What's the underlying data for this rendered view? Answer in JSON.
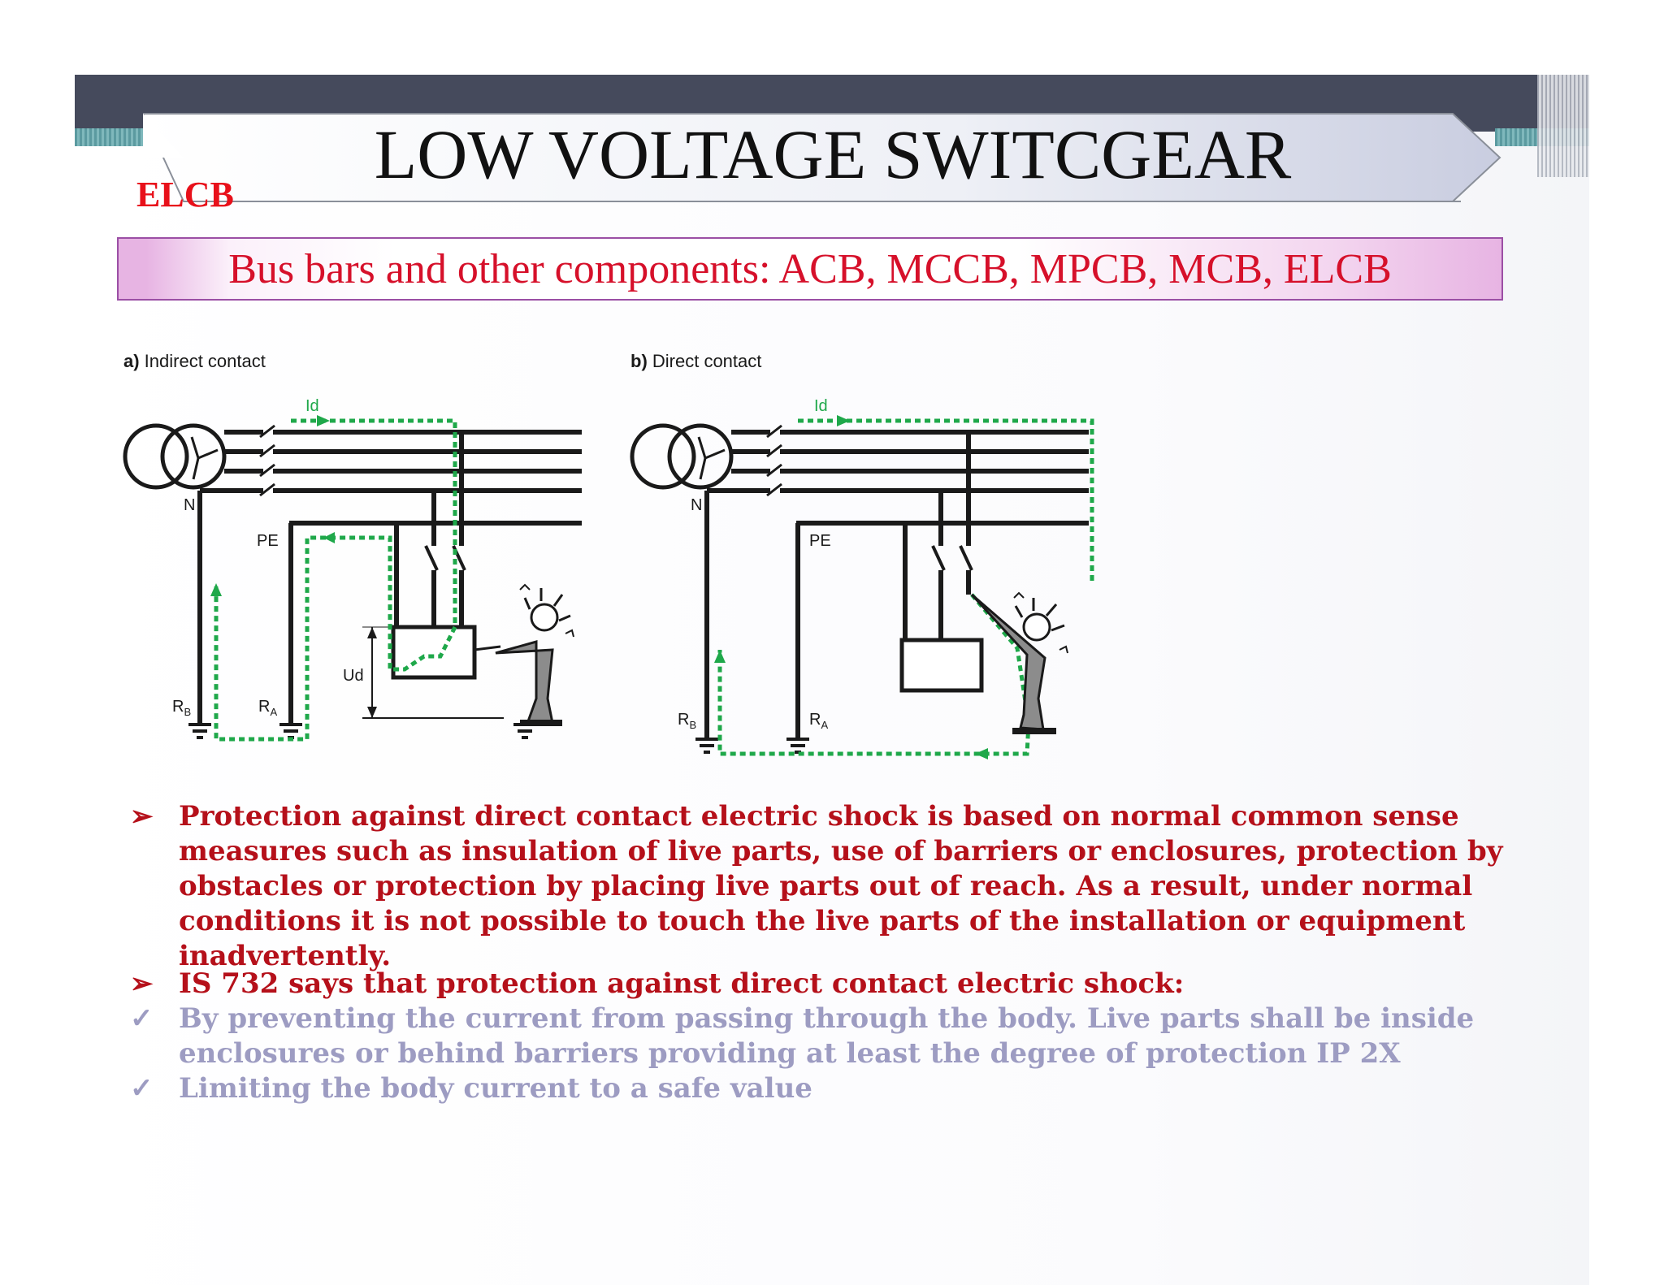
{
  "header": {
    "title": "LOW VOLTAGE SWITCGEAR",
    "section_tag": "ELCB",
    "subtitle": "Bus bars and other components: ACB, MCCB, MPCB, MCB, ELCB"
  },
  "diagram": {
    "panel_a_prefix": "a)",
    "panel_a_title": " Indirect contact",
    "panel_b_prefix": "b)",
    "panel_b_title": " Direct contact",
    "label_id": "Id",
    "label_n": "N",
    "label_pe": "PE",
    "label_ud": "Ud",
    "label_r": "R",
    "label_b": "B",
    "label_a": "A",
    "colors": {
      "fault_path": "#1fa84a",
      "wire": "#1a1a1a"
    }
  },
  "bullets": [
    {
      "marker": "➢",
      "lines": [
        "Protection against direct contact electric shock is based on normal common sense",
        "measures such as insulation of live parts, use of barriers or enclosures, protection by",
        "obstacles or protection by placing live parts out of reach. As a result, under normal",
        "conditions it is not possible to touch the live parts of the installation or equipment",
        "inadvertently."
      ]
    },
    {
      "marker": "➢",
      "lines": [
        "IS 732 says that protection against direct contact electric shock:"
      ]
    },
    {
      "marker": "✓",
      "lines": [
        "By preventing the current from passing through the body. Live parts shall be inside",
        "enclosures or behind barriers providing at least the degree of protection IP 2X"
      ]
    },
    {
      "marker": "✓",
      "lines": [
        "Limiting the body current to a safe value"
      ]
    }
  ],
  "colors": {
    "title_band": "#454a5c",
    "accent_red": "#e8101a",
    "bullet_red": "#b5101a",
    "bullet_lavender": "#9d9cc2",
    "subtitle_border": "#9b4fa5"
  }
}
